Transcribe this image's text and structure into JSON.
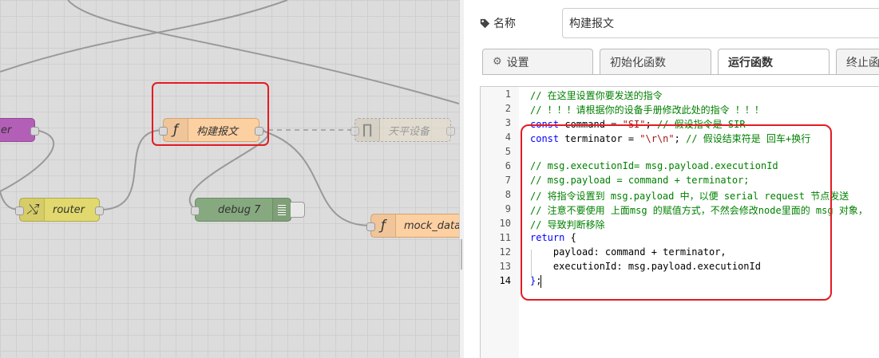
{
  "workspace": {
    "nodes": {
      "partial_left": "er",
      "build_message": "构建报文",
      "balance_device": "天平设备",
      "router": "router",
      "debug": "debug 7",
      "mock_data": "mock_data"
    },
    "icons": {
      "function": "ƒ",
      "router": "⤭",
      "serial": "∏"
    },
    "colors": {
      "function_node": "#fdd0a2",
      "router_node": "#e2d96e",
      "debug_node": "#87a980",
      "purple_node": "#a6bbcf",
      "selection": "#e31b23"
    }
  },
  "panel": {
    "name_label": "名称",
    "name_value": "构建报文",
    "tabs": [
      {
        "label": "设置",
        "active": false
      },
      {
        "label": "初始化函数",
        "active": false
      },
      {
        "label": "运行函数",
        "active": true
      },
      {
        "label": "终止函",
        "active": false
      }
    ],
    "line_numbers": [
      "1",
      "2",
      "3",
      "4",
      "5",
      "6",
      "7",
      "8",
      "9",
      "10",
      "11",
      "12",
      "13",
      "14"
    ],
    "code": {
      "l1": "// 在这里设置你要发送的指令",
      "l2": "// ！！！请根据你的设备手册修改此处的指令 ！！！",
      "l3_kw": "const",
      "l3_a": " command = ",
      "l3_str": "\"SI\"",
      "l3_b": "; ",
      "l3_cm": "// 假设指令是 SIR",
      "l4_kw": "const",
      "l4_a": " terminator = ",
      "l4_str": "\"\\r\\n\"",
      "l4_b": "; ",
      "l4_cm": "// 假设结束符是 回车+换行",
      "l6": "// msg.executionId= msg.payload.executionId",
      "l7": "// msg.payload = command + terminator;",
      "l8": "// 将指令设置到 msg.payload 中，以便 serial request 节点发送",
      "l9": "// 注意不要使用 上面msg 的赋值方式，不然会修改node里面的 msg 对象，",
      "l10": "// 导致判断移除",
      "l11_kw": "return",
      "l11_a": " {",
      "l12": "    payload: command + terminator,",
      "l13": "    executionId: msg.payload.executionId",
      "l14_kw": "}",
      "l14_a": ";"
    }
  }
}
